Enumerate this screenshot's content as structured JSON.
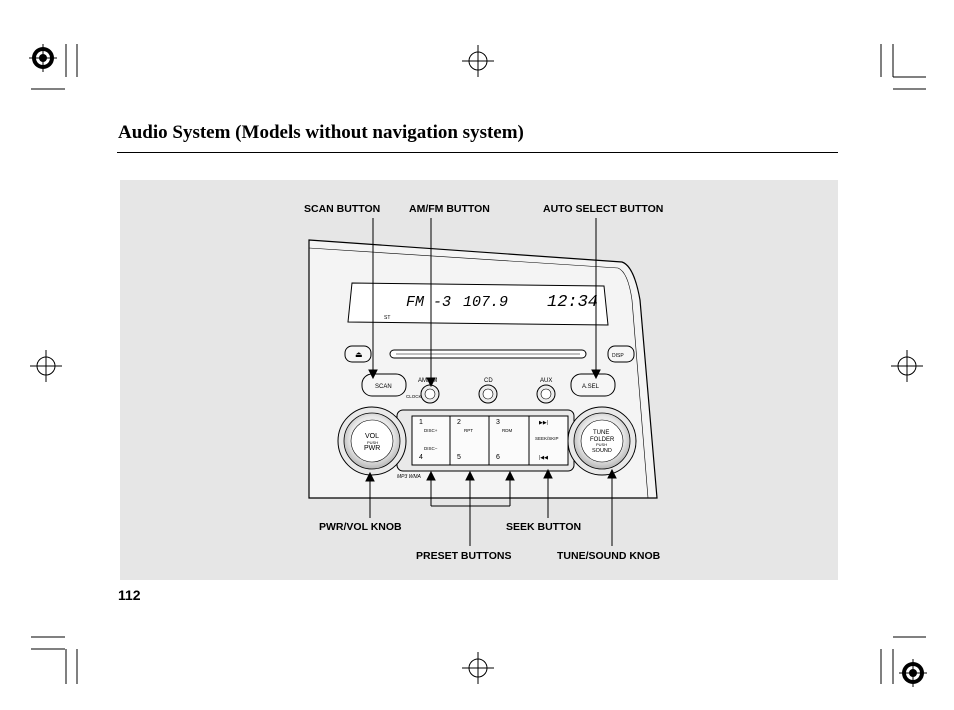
{
  "page": {
    "title": "Audio System (Models without navigation system)",
    "page_number": "112"
  },
  "callouts": {
    "scan_button": "SCAN BUTTON",
    "amfm_button": "AM/FM BUTTON",
    "auto_select_button": "AUTO SELECT BUTTON",
    "pwr_vol_knob": "PWR/VOL KNOB",
    "seek_button": "SEEK BUTTON",
    "preset_buttons": "PRESET BUTTONS",
    "tune_sound_knob": "TUNE/SOUND KNOB"
  },
  "radio": {
    "display": {
      "band": "FM -3",
      "frequency": "107.9",
      "clock": "12:34",
      "stereo": "ST"
    },
    "buttons": {
      "scan": "SCAN",
      "amfm": "AM/FM",
      "cd": "CD",
      "aux": "AUX",
      "asel": "A.SEL",
      "disp": "DISP",
      "clock": "CLOCK",
      "eject": "⏏"
    },
    "presets": {
      "p1": "1",
      "p2": "2",
      "p3": "3",
      "p4": "4",
      "p5": "5",
      "p6": "6",
      "disc_plus": "DISC+",
      "disc_minus": "DISC−",
      "rpt": "RPT",
      "rdm": "RDM",
      "seek_skip": "SEEK/SKIP",
      "seek_up": "▶▶|",
      "seek_down": "|◀◀"
    },
    "knobs": {
      "vol_label": "VOL",
      "vol_push": "PUSH",
      "vol_pwr": "PWR",
      "tune_label": "TUNE",
      "tune_folder": "FOLDER",
      "tune_push": "PUSH",
      "tune_sound": "SOUND"
    },
    "format_label": "MP3 WMA"
  }
}
